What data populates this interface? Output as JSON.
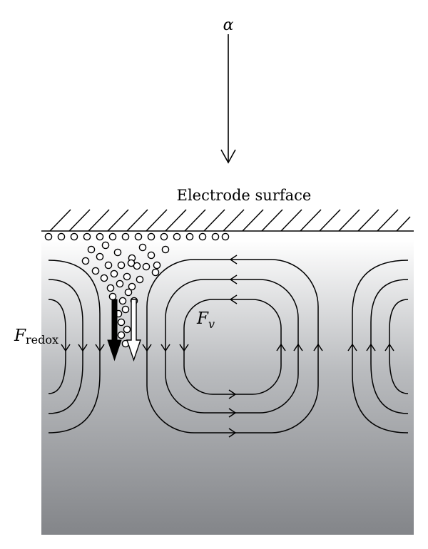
{
  "labels": {
    "alpha": "α",
    "electrode_surface": "Electrode surface",
    "f_redox_symbol": "F",
    "f_redox_subscript": "redox",
    "f_v_symbol": "F",
    "f_v_subscript": "v"
  },
  "colors": {
    "gradient_top": "#ffffff",
    "gradient_bottom": "#838589",
    "line": "#000000",
    "redox_arrow": "#000000",
    "v_arrow": "#ffffff"
  }
}
